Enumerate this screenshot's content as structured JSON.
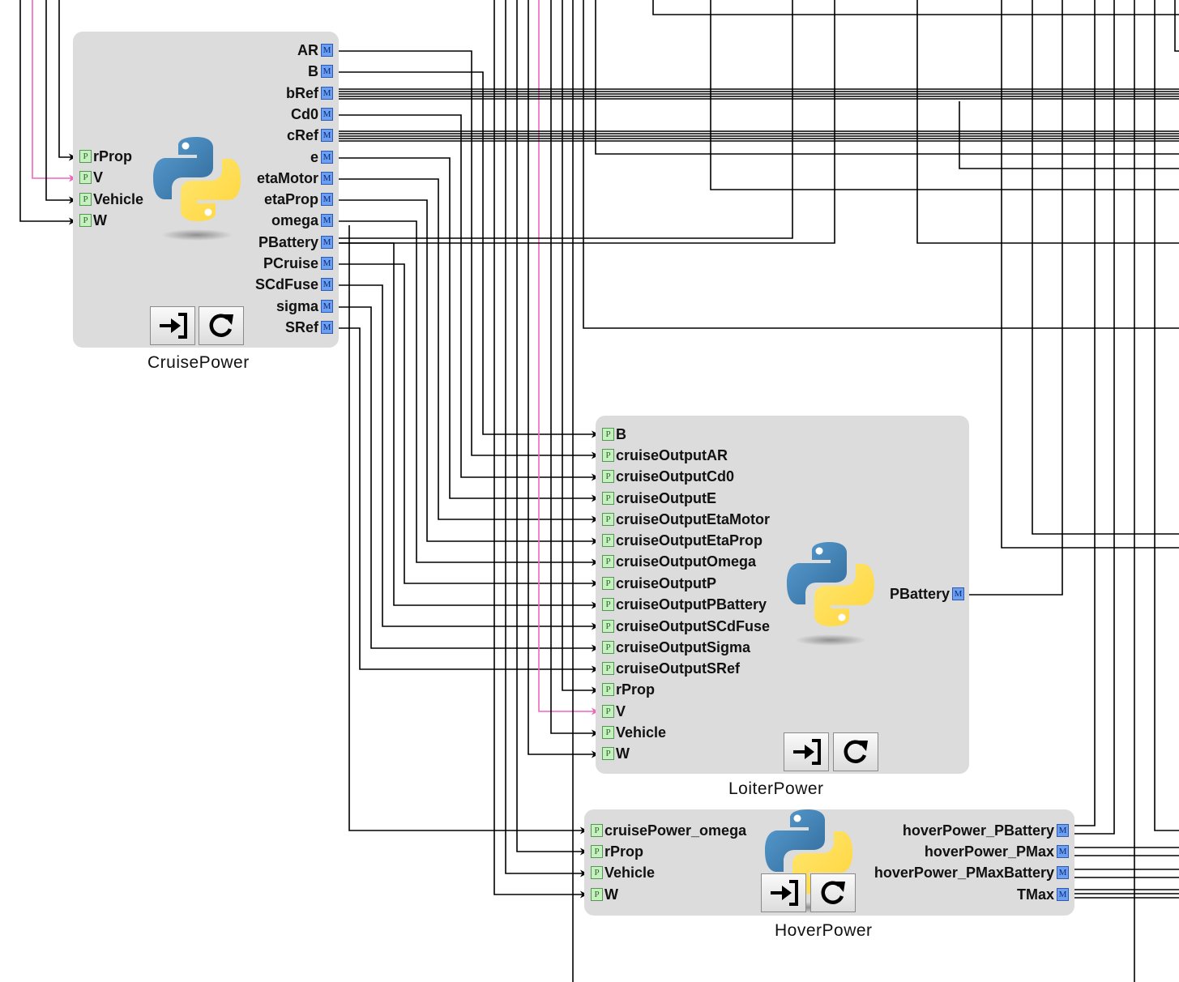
{
  "blocks": {
    "cruise": {
      "title": "CruisePower",
      "inputs": [
        "rProp",
        "V",
        "Vehicle",
        "W"
      ],
      "outputs": [
        "AR",
        "B",
        "bRef",
        "Cd0",
        "cRef",
        "e",
        "etaMotor",
        "etaProp",
        "omega",
        "PBattery",
        "PCruise",
        "SCdFuse",
        "sigma",
        "SRef"
      ]
    },
    "loiter": {
      "title": "LoiterPower",
      "inputs": [
        "B",
        "cruiseOutputAR",
        "cruiseOutputCd0",
        "cruiseOutputE",
        "cruiseOutputEtaMotor",
        "cruiseOutputEtaProp",
        "cruiseOutputOmega",
        "cruiseOutputP",
        "cruiseOutputPBattery",
        "cruiseOutputSCdFuse",
        "cruiseOutputSigma",
        "cruiseOutputSRef",
        "rProp",
        "V",
        "Vehicle",
        "W"
      ],
      "outputs": [
        "PBattery"
      ]
    },
    "hover": {
      "title": "HoverPower",
      "inputs": [
        "cruisePower_omega",
        "rProp",
        "Vehicle",
        "W"
      ],
      "outputs": [
        "hoverPower_PBattery",
        "hoverPower_PMax",
        "hoverPower_PMaxBattery",
        "TMax"
      ]
    }
  },
  "badges": {
    "input": "P",
    "output": "M"
  },
  "icons": {
    "block_icon": "python-logo-icon",
    "buttons": [
      "import-icon",
      "refresh-icon"
    ]
  },
  "colors": {
    "block_bg": "#dcdcdc",
    "wire": "#000000",
    "highlight_wire": "#ee66bb",
    "input_badge": "#c7f0c0",
    "output_badge": "#6d9ff0"
  }
}
